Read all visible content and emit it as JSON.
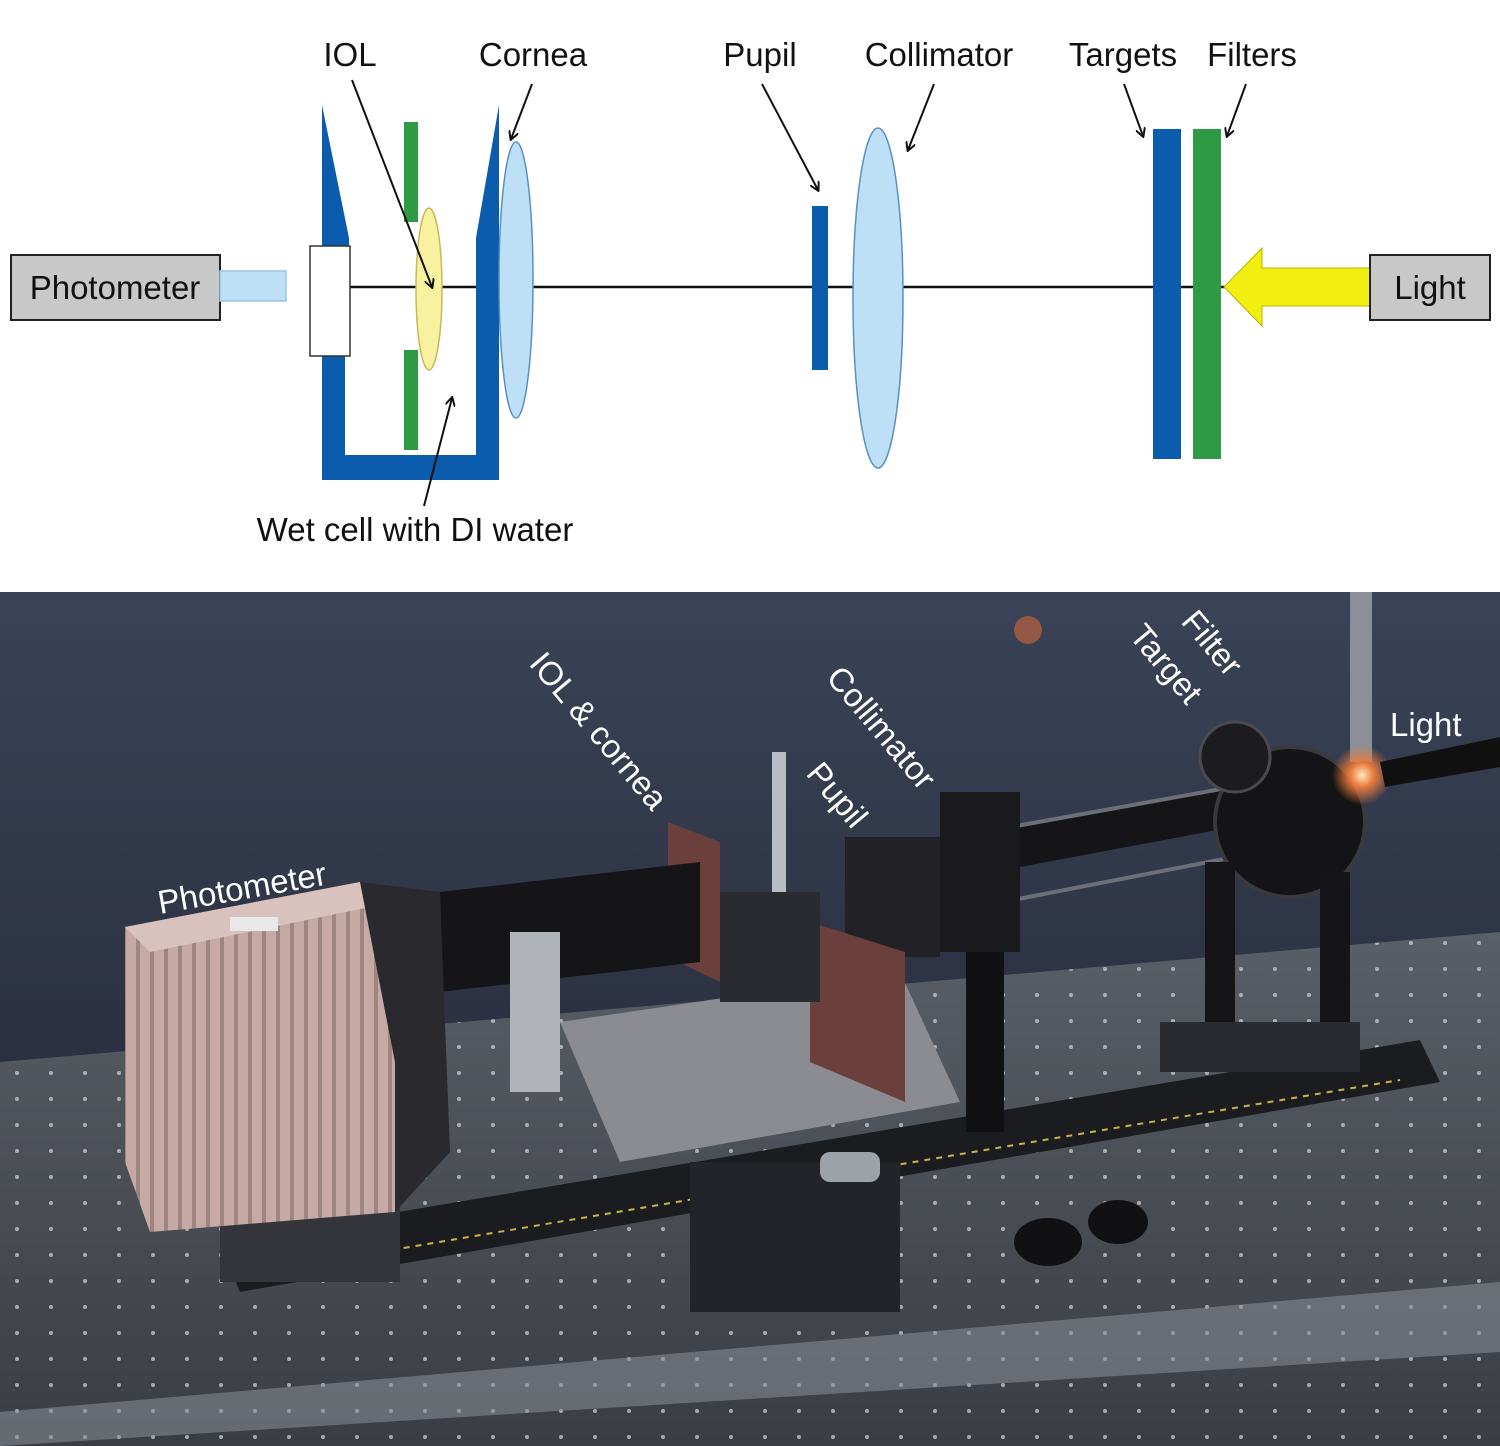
{
  "diagram": {
    "labels": {
      "iol": "IOL",
      "cornea": "Cornea",
      "pupil": "Pupil",
      "collimator": "Collimator",
      "targets": "Targets",
      "filters": "Filters",
      "photometer": "Photometer",
      "light": "Light",
      "wet_cell": "Wet cell with DI water"
    },
    "colors": {
      "dark_blue": "#0b5cad",
      "green": "#2f9a44",
      "light_blue": "#bde0f7",
      "yellow_lens": "#f8f2a0",
      "yellow_arrow": "#f2ee0f",
      "box_gray": "#c8c8c8"
    }
  },
  "photo": {
    "labels": {
      "photometer": "Photometer",
      "iol_cornea": "IOL & cornea",
      "pupil": "Pupil",
      "collimator": "Collimator",
      "target": "Target",
      "filter": "Filter",
      "light": "Light"
    }
  }
}
